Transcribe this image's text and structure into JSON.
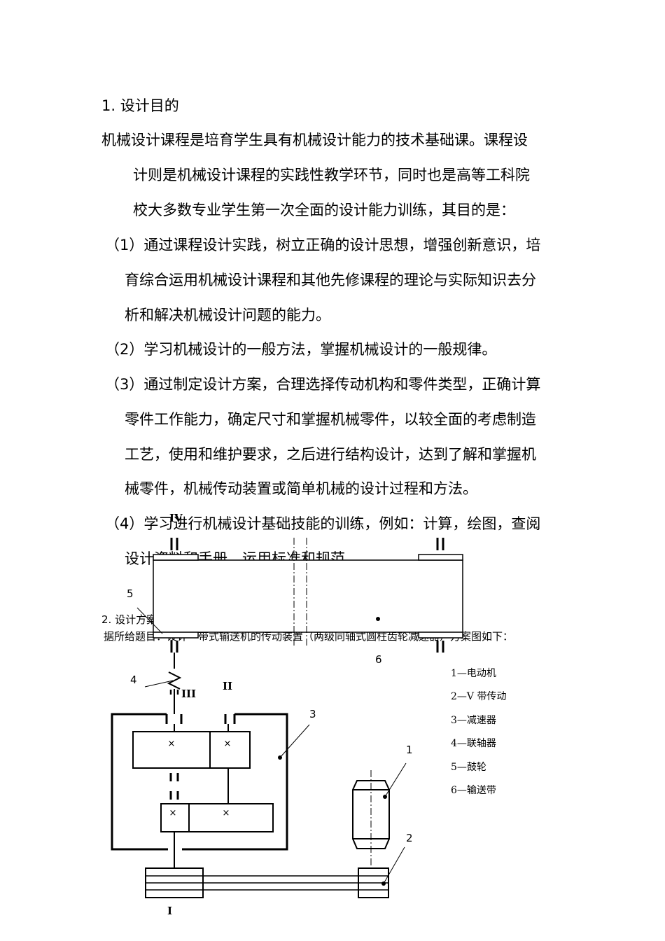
{
  "section1": {
    "heading": "1. 设计目的",
    "paragraph_lines": [
      "机械设计课程是培育学生具有机械设计能力的技术基础课。课程设",
      "计则是机械设计课程的实践性教学环节，同时也是高等工科院",
      "校大多数专业学生第一次全面的设计能力训练，其目的是："
    ],
    "item1_lines": [
      "（1）通过课程设计实践，树立正确的设计思想，增强创新意识，培",
      "育综合运用机械设计课程和其他先修课程的理论与实际知识去分",
      "析和解决机械设计问题的能力。"
    ],
    "item2_lines": [
      "（2）学习机械设计的一般方法，掌握机械设计的一般规律。"
    ],
    "item3_lines": [
      "（3）通过制定设计方案，合理选择传动机构和零件类型，正确计算",
      "零件工作能力，确定尺寸和掌握机械零件，以较全面的考虑制造",
      "工艺，使用和维护要求，之后进行结构设计，达到了解和掌握机",
      "械零件，机械传动装置或简单机械的设计过程和方法。"
    ],
    "item4_lines": [
      "（4）学习进行机械设计基础技能的训练，例如：计算，绘图，查阅",
      "设计资料和手册，运用标准和规范。"
    ]
  },
  "section2": {
    "heading": "2. 设计方案",
    "intro": "据所给题目：设计一带式输送机的传动装置（两级同轴式圆柱齿轮减速器）方案图如下："
  },
  "diagram": {
    "part_numbers": [
      "1",
      "2",
      "3",
      "4",
      "5",
      "6"
    ],
    "shaft_labels": [
      "I",
      "II",
      "III",
      "IV"
    ],
    "legend": [
      "1—电动机",
      "2—V 带传动",
      "3—减速器",
      "4—联轴器",
      "5—鼓轮",
      "6—输送带"
    ]
  }
}
